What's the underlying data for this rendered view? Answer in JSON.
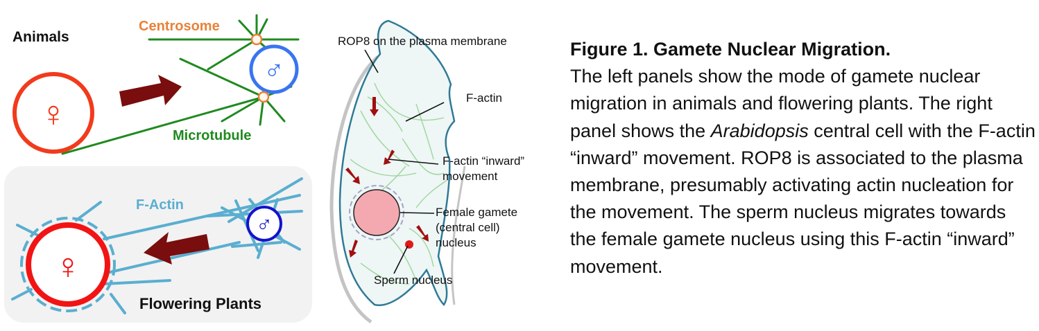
{
  "animals": {
    "title": "Animals",
    "centrosome_label": "Centrosome",
    "microtubule_label": "Microtubule",
    "female_symbol": "♀",
    "male_symbol": "♂"
  },
  "plants": {
    "title": "Flowering Plants",
    "factin_label": "F-Actin",
    "female_symbol": "♀",
    "male_symbol": "♂"
  },
  "central_cell": {
    "rop8_label": "ROP8 on the plasma membrane",
    "factin_label": "F-actin",
    "inward_line1": "F-actin “inward”",
    "inward_line2": "movement",
    "female_line1": "Female gamete",
    "female_line2": "(central cell)",
    "female_line3": "nucleus",
    "sperm_label": "Sperm nucleus"
  },
  "caption": {
    "title": "Figure 1. Gamete Nuclear Migration.",
    "part1": "The left panels show the mode of gamete nuclear migration in animals and flowering plants. The right panel shows the ",
    "italic": "Arabidopsis",
    "part2": " central cell with the F-actin “inward” movement. ROP8 is associated to the plasma membrane, presumably activating actin nucleation for the movement. The sperm nucleus migrates towards the female gamete nucleus using this F-actin “inward” movement."
  },
  "colors": {
    "female_red": "#f23a1c",
    "male_blue": "#3a74f0",
    "centrosome_orange": "#e8823a",
    "microtubule_green": "#1f8a1f",
    "arrow_dark_red": "#7a0d0d",
    "factin_blue": "#5aaed0",
    "plant_male_blue": "#1414c8",
    "panel_gray": "#f2f2f2",
    "nucleus_pink": "#f4a9b1",
    "cell_fill": "#eef6f6"
  }
}
